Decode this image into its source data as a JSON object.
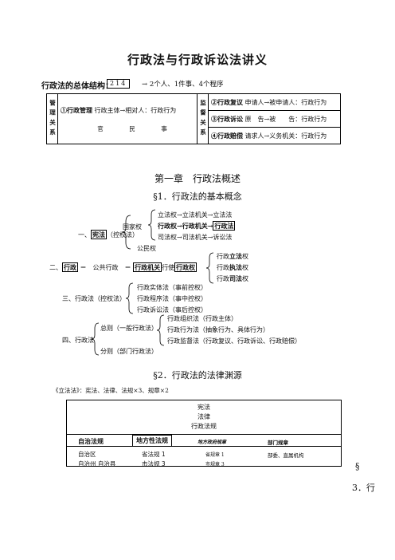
{
  "title": "行政法与行政诉讼法讲义",
  "overall": {
    "label": "行政法的总体结构：",
    "code": "214",
    "rest": "→ 2个人、1件事、4个程序"
  },
  "overview_table": {
    "left_header": "管 理 关 系",
    "left_item_num": "①",
    "left_item_bold": "行政管理",
    "left_item_text": " 行政主体→相对人：行政行为",
    "left_sub": [
      "官",
      "民",
      "事"
    ],
    "right_header": "监 督 关 系",
    "right_rows": [
      {
        "bold": "②行政复议",
        "text": "申请人→被申请人：行政行为"
      },
      {
        "bold": "③行政诉讼",
        "text": "原　告→被　　告：行政行为"
      },
      {
        "bold": "④行政赔偿",
        "text": "请求人→义务机关：行政行为"
      }
    ]
  },
  "chapter": "第一章　行政法概述",
  "section1": {
    "heading": "§1．行政法的基本概念",
    "item1": {
      "prefix": "一、",
      "term": "宪法",
      "suffix": "（控权法）",
      "group": "国家权",
      "lines": [
        "立法权→立法机关→立法法",
        "行政权→行政机关→",
        "司法权→司法机关→诉讼法"
      ],
      "line2_boxed": "行政法",
      "other": "公民权"
    },
    "item2": {
      "prefix": "二、",
      "term": "行政",
      "eq1": "＝　公共行政　＝",
      "box2": "行政机关",
      "mid": "行使",
      "box3": "行政权",
      "lines": [
        {
          "a": "行政",
          "b": "立法",
          "c": "权"
        },
        {
          "a": "行政",
          "b": "执法",
          "c": "权"
        },
        {
          "a": "行政",
          "b": "司法",
          "c": "权"
        }
      ]
    },
    "item3": {
      "label": "三、行政法（控权法）",
      "lines": [
        "行政实体法（事前控权）",
        "行政程序法（事中控权）",
        "行政诉讼法（事后控权）"
      ]
    },
    "item4": {
      "label": "四、行政法",
      "general": "总则（一般行政法）",
      "special": "分则（部门行政法）",
      "lines": [
        "行政组织法（行政主体）",
        "行政行为法（抽象行为、具体行为）",
        "行政监督法（行政复议、行政诉讼、行政赔偿）"
      ]
    }
  },
  "section2": {
    "heading": "§2．行政法的法律渊源",
    "intro": "《立法法》：宪法、法律、法规×3、规章×2",
    "box_lines": [
      "宪法",
      "法律",
      "行政法规"
    ],
    "cols": [
      {
        "head": "自治法规",
        "items": [
          "自治区",
          "自治州 自治县"
        ]
      },
      {
        "head": "地方性法规",
        "items": [
          "省法规 1",
          "市法规 3"
        ]
      },
      {
        "head": "地方政府规章",
        "items": [
          "省规章 1",
          "市规章 3"
        ]
      },
      {
        "head": "部门规章",
        "items": [
          "部委、直属机构"
        ]
      }
    ]
  },
  "cutoff": {
    "symbol": "§",
    "text": "3．行"
  }
}
